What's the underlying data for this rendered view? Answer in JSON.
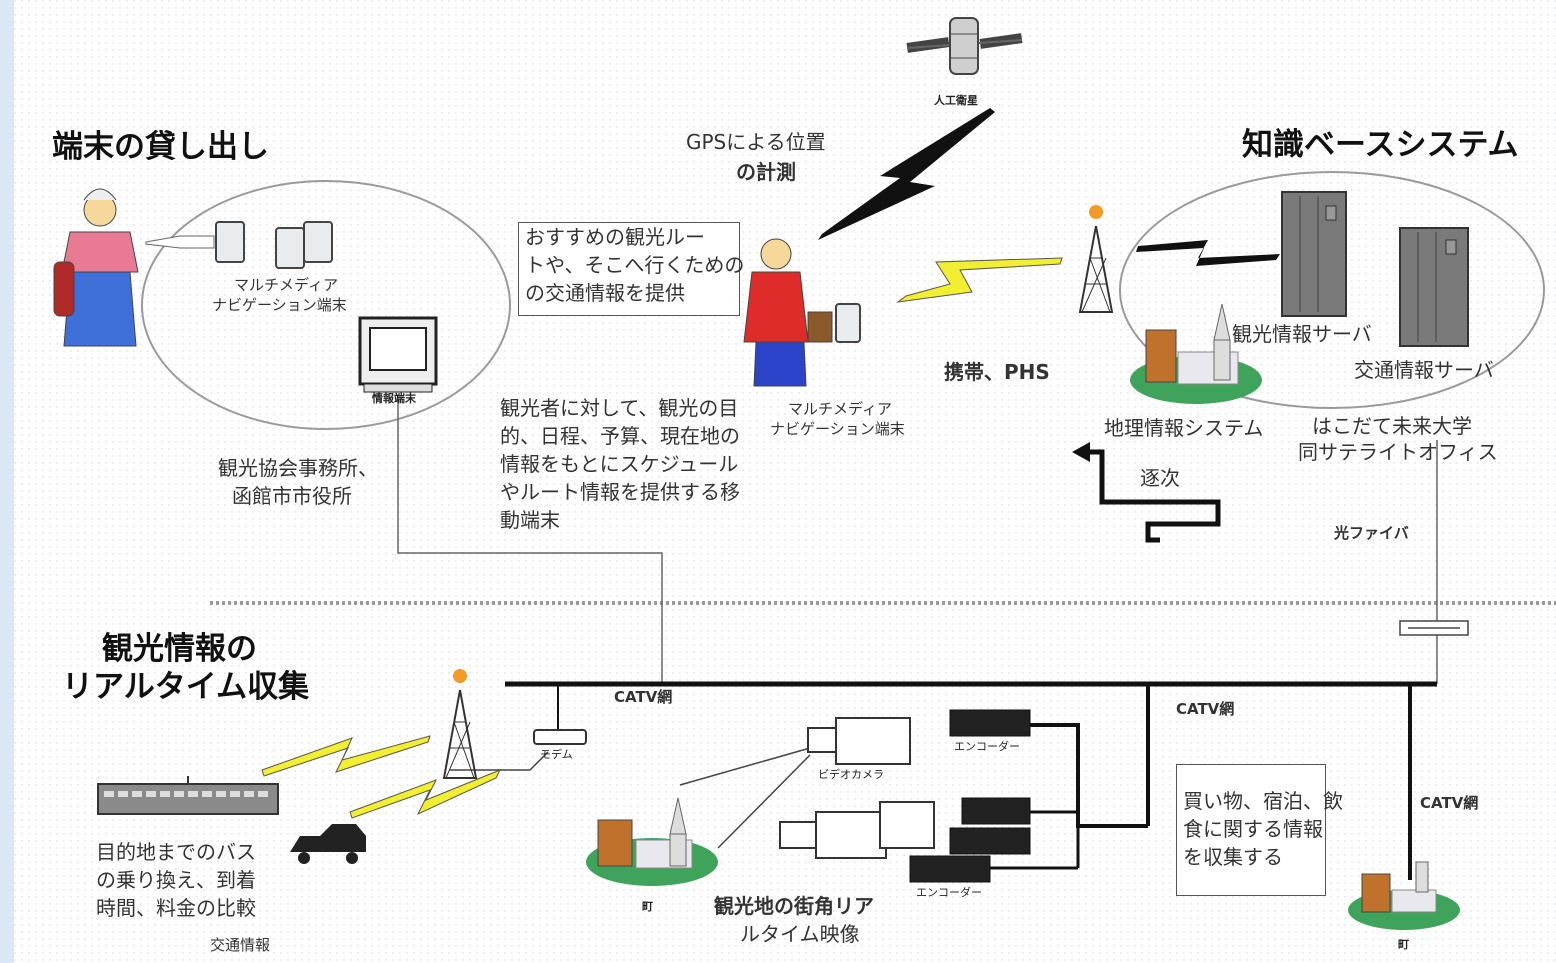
{
  "headings": {
    "rental": "端末の貸し出し",
    "knowledge_base": "知識ベースシステム",
    "realtime_line1": "観光情報の",
    "realtime_line2": "リアルタイム収集"
  },
  "satellite": {
    "label": "人工衛星"
  },
  "gps": {
    "line1": "GPSによる位置",
    "line2": "の計測"
  },
  "callout": {
    "line1": "おすすめの観光ルー",
    "line2": "トや、そこへ行くための",
    "line3": "の交通情報を提供"
  },
  "rental_area": {
    "terminal_line1": "マルチメディア",
    "terminal_line2": "ナビゲーション端末",
    "kiosk": "情報端末",
    "office_line1": "観光協会事務所、",
    "office_line2": "函館市市役所"
  },
  "tourist": {
    "terminal_line1": "マルチメディア",
    "terminal_line2": "ナビゲーション端末"
  },
  "description": {
    "line1": "観光者に対して、観光の目",
    "line2": "的、日程、予算、現在地の",
    "line3": "情報をもとにスケジュール",
    "line4": "やルート情報を提供する移",
    "line5": "動端末"
  },
  "mobile": {
    "label": "携帯、PHS"
  },
  "knowledge": {
    "tourism_server": "観光情報サーバ",
    "traffic_server": "交通情報サーバ",
    "gis": "地理情報システム",
    "univ_line1": "はこだて未来大学",
    "univ_line2": "同サテライトオフィス"
  },
  "sequence": {
    "label": "逐次"
  },
  "fiber": {
    "label": "光ファイバ"
  },
  "network": {
    "catv1": "CATV網",
    "catv2": "CATV網",
    "catv3": "CATV網"
  },
  "collection": {
    "modem": "モデム",
    "video_camera": "ビデオカメラ",
    "encoder1": "エンコーダー",
    "encoder2": "エンコーダー",
    "town1": "町",
    "town2": "町",
    "bus_line1": "目的地までのバス",
    "bus_line2": "の乗り換え、到着",
    "bus_line3": "時間、料金の比較",
    "traffic_info": "交通情報",
    "street_line1": "観光地の街角リア",
    "street_line2": "ルタイム映像",
    "shop_line1": "買い物、宿泊、飲",
    "shop_line2": "食に関する情報",
    "shop_line3": "を収集する"
  }
}
